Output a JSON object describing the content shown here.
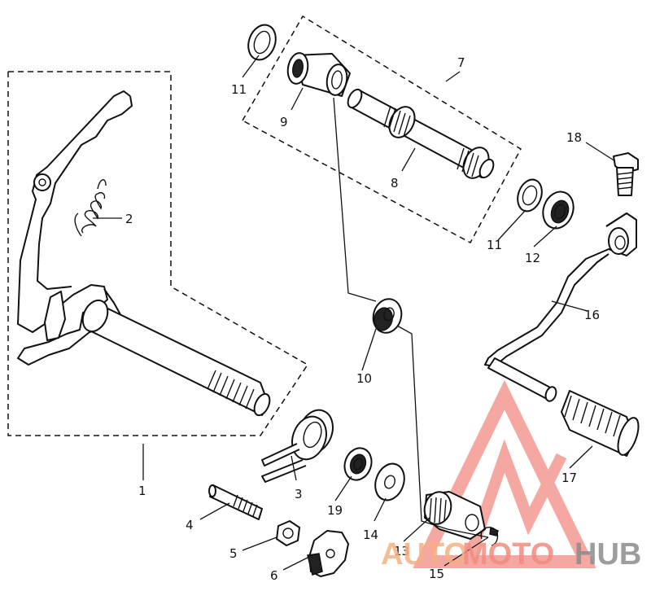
{
  "diagram": {
    "callouts": [
      {
        "id": "c1",
        "label": "1"
      },
      {
        "id": "c2",
        "label": "2"
      },
      {
        "id": "c3",
        "label": "3"
      },
      {
        "id": "c4",
        "label": "4"
      },
      {
        "id": "c5",
        "label": "5"
      },
      {
        "id": "c6",
        "label": "6"
      },
      {
        "id": "c7",
        "label": "7"
      },
      {
        "id": "c8",
        "label": "8"
      },
      {
        "id": "c9",
        "label": "9"
      },
      {
        "id": "c10",
        "label": "10"
      },
      {
        "id": "c11a",
        "label": "11"
      },
      {
        "id": "c11b",
        "label": "11"
      },
      {
        "id": "c12",
        "label": "12"
      },
      {
        "id": "c13",
        "label": "13"
      },
      {
        "id": "c14",
        "label": "14"
      },
      {
        "id": "c15",
        "label": "15"
      },
      {
        "id": "c16",
        "label": "16"
      },
      {
        "id": "c17",
        "label": "17"
      },
      {
        "id": "c18",
        "label": "18"
      },
      {
        "id": "c19",
        "label": "19"
      }
    ]
  },
  "watermark": {
    "auto": "AUTO",
    "moto": "MOTO",
    "hub": "HUB",
    "colors": {
      "triangle": "#f28b82",
      "auto": "#f4b183",
      "moto": "#f28b82",
      "hub": "#8c8c8c"
    }
  }
}
